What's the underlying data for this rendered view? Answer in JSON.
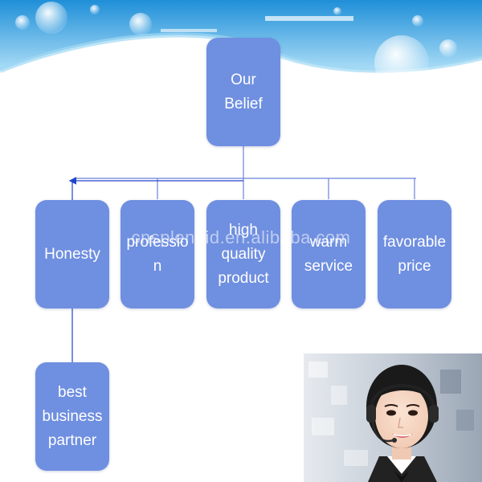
{
  "diagram": {
    "root": "Our Belief",
    "children": [
      "Honesty",
      "professio\nn",
      "high\nquality\nproduct",
      "warm\nservice",
      "favorable\nprice"
    ],
    "grandchild": "best\nbusiness\npartner"
  },
  "watermark": "cnsplendid.en.alibaba.com",
  "colors": {
    "box": "#6f8fe0",
    "line": "#6a82d8",
    "arrow": "#2244cc"
  },
  "images": {
    "banner": "sky-bubbles-banner",
    "photo": "customer-service-agent-with-headset"
  }
}
